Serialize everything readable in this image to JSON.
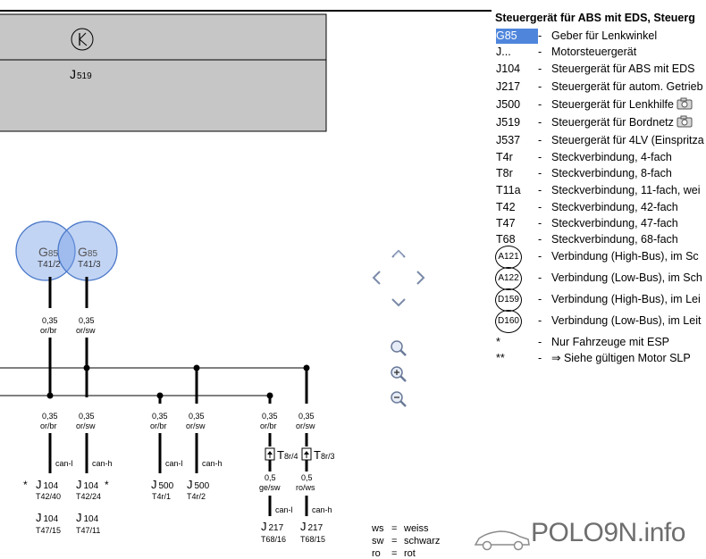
{
  "legend": {
    "title": "Steuergerät für ABS mit EDS, Steuerg",
    "rows": [
      {
        "code": "G85",
        "desc": "Geber für Lenkwinkel",
        "selected": true
      },
      {
        "code": "J...",
        "desc": "Motorsteuergerät"
      },
      {
        "code": "J104",
        "desc": "Steuergerät für ABS mit EDS"
      },
      {
        "code": "J217",
        "desc": "Steuergerät für autom. Getrieb"
      },
      {
        "code": "J500",
        "desc": "Steuergerät für Lenkhilfe",
        "camera": true
      },
      {
        "code": "J519",
        "desc": "Steuergerät für Bordnetz",
        "camera": true
      },
      {
        "code": "J537",
        "desc": "Steuergerät für 4LV (Einspritza"
      },
      {
        "code": "T4r",
        "desc": "Steckverbindung, 4-fach"
      },
      {
        "code": "T8r",
        "desc": "Steckverbindung, 8-fach"
      },
      {
        "code": "T11a",
        "desc": "Steckverbindung, 11-fach, wei"
      },
      {
        "code": "T42",
        "desc": "Steckverbindung, 42-fach"
      },
      {
        "code": "T47",
        "desc": "Steckverbindung, 47-fach"
      },
      {
        "code": "T68",
        "desc": "Steckverbindung, 68-fach"
      },
      {
        "code": "A121",
        "desc": "Verbindung (High-Bus), im Sc",
        "circle": true
      },
      {
        "code": "A122",
        "desc": "Verbindung (Low-Bus), im Sch",
        "circle": true
      },
      {
        "code": "D159",
        "desc": "Verbindung (High-Bus), im Lei",
        "circle": true
      },
      {
        "code": "D160",
        "desc": "Verbindung (Low-Bus), im Leit",
        "circle": true
      },
      {
        "code": "*",
        "desc": "Nur Fahrzeuge mit ESP"
      },
      {
        "code": "**",
        "desc": "⇒ Siehe gültigen Motor SLP"
      }
    ]
  },
  "diagram": {
    "box_label": "J",
    "box_sub": "519",
    "sensor_left": {
      "name": "G",
      "sub": "85",
      "pin": "T41/2"
    },
    "sensor_right": {
      "name": "G",
      "sub": "85",
      "pin": "T41/3"
    },
    "wire_035": "0,35",
    "c_orbr": "or/br",
    "c_orsw": "or/sw",
    "c_gesw": "ge/sw",
    "c_rows": "ro/ws",
    "wire_05": "0,5",
    "can_l": "can-l",
    "can_h": "can-h",
    "star": "*",
    "J": "J",
    "n104": "104",
    "n500": "500",
    "n217": "217",
    "p_T42_40": "T42/40",
    "p_T42_24": "T42/24",
    "p_T47_15": "T47/15",
    "p_T47_11": "T47/11",
    "p_T4r_1": "T4r/1",
    "p_T4r_2": "T4r/2",
    "p_T68_16": "T68/16",
    "p_T68_15": "T68/15",
    "T": "T",
    "t8r4": "8r/4",
    "t8r3": "8r/3"
  },
  "color_key": [
    {
      "k": "ws",
      "v": "weiss"
    },
    {
      "k": "sw",
      "v": "schwarz"
    },
    {
      "k": "ro",
      "v": "rot"
    }
  ],
  "logo_text": "POLO9N.info"
}
